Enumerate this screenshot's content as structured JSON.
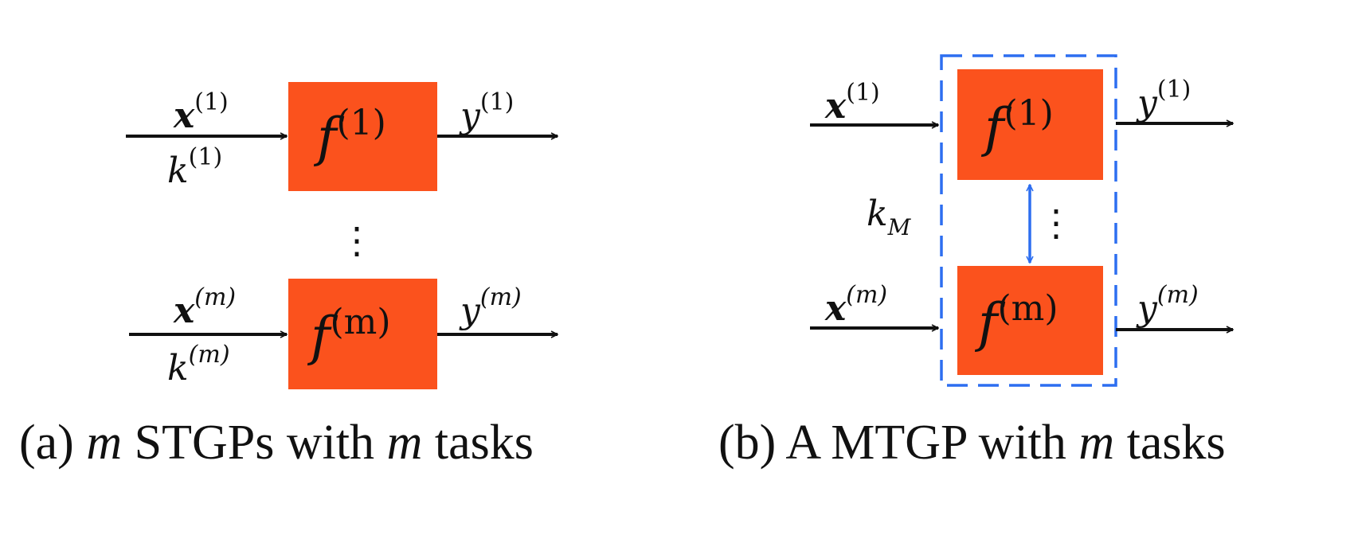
{
  "colors": {
    "block_fill": "#fb521d",
    "arrow": "#111111",
    "dashed_box": "#2d6ef0",
    "coupling_arrow": "#2d6ef0"
  },
  "panel_a": {
    "caption_prefix": "(a) ",
    "caption_m1": "m",
    "caption_mid": " STGPs with ",
    "caption_m2": "m",
    "caption_suffix": " tasks",
    "block_top": {
      "name": "f",
      "index": "(1)"
    },
    "block_bottom": {
      "name": "f",
      "index": "(m)"
    },
    "input_top": {
      "name": "x",
      "index": "(1)"
    },
    "input_bottom": {
      "name": "x",
      "index": "(m)"
    },
    "kernel_top": {
      "name": "k",
      "index": "(1)"
    },
    "kernel_bottom": {
      "name": "k",
      "index": "(m)"
    },
    "output_top": {
      "name": "y",
      "index": "(1)"
    },
    "output_bottom": {
      "name": "y",
      "index": "(m)"
    },
    "ellipsis": "⋮"
  },
  "panel_b": {
    "caption_prefix": "(b) A MTGP with ",
    "caption_m": "m",
    "caption_suffix": " tasks",
    "block_top": {
      "name": "f",
      "index": "(1)"
    },
    "block_bottom": {
      "name": "f",
      "index": "(m)"
    },
    "input_top": {
      "name": "x",
      "index": "(1)"
    },
    "input_bottom": {
      "name": "x",
      "index": "(m)"
    },
    "output_top": {
      "name": "y",
      "index": "(1)"
    },
    "output_bottom": {
      "name": "y",
      "index": "(m)"
    },
    "kernel": {
      "name": "k",
      "subscript": "M"
    },
    "ellipsis": "⋮"
  }
}
